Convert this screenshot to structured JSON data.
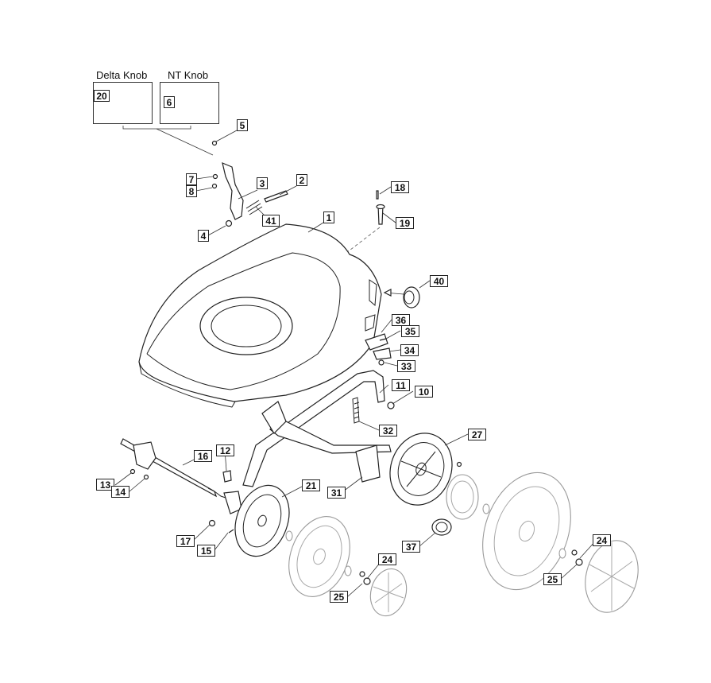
{
  "variants": [
    {
      "key": "delta",
      "title": "Delta Knob",
      "part": "20"
    },
    {
      "key": "nt",
      "title": "NT Knob",
      "part": "6"
    }
  ],
  "callouts": {
    "p1": "1",
    "p2": "2",
    "p3": "3",
    "p4": "4",
    "p5": "5",
    "p6": "6",
    "p7": "7",
    "p8": "8",
    "p10": "10",
    "p11": "11",
    "p12": "12",
    "p13": "13",
    "p14": "14",
    "p15": "15",
    "p16": "16",
    "p17": "17",
    "p18": "18",
    "p19": "19",
    "p20": "20",
    "p21": "21",
    "p24a": "24",
    "p24b": "24",
    "p25a": "25",
    "p25b": "25",
    "p27": "27",
    "p31": "31",
    "p32": "32",
    "p33": "33",
    "p34": "34",
    "p35": "35",
    "p36": "36",
    "p37": "37",
    "p40": "40",
    "p41": "41"
  }
}
